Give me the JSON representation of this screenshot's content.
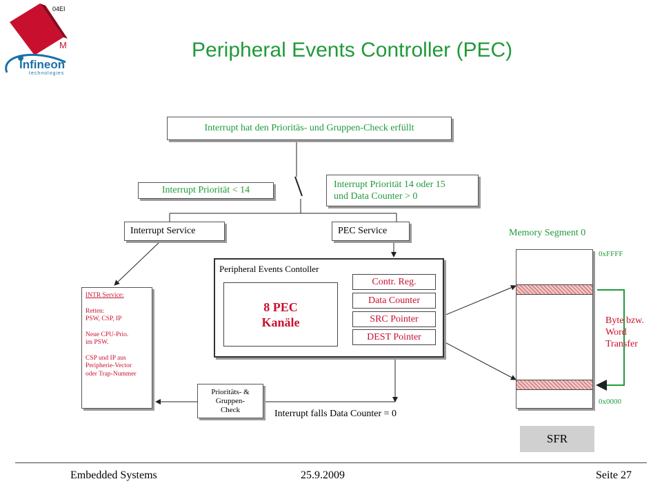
{
  "header": {
    "logo_code": "04EI",
    "logo_mark": "M",
    "logo_brand": "Infineon",
    "logo_sub": "technologies",
    "title": "Peripheral Events Controller (PEC)"
  },
  "diagram": {
    "top_condition": "Interrupt hat den Prioritäs- und Gruppen-Check erfüllt",
    "prio_low": "Interrupt Priorität < 14",
    "prio_high_line1": "Interrupt Priorität 14 oder 15",
    "prio_high_line2": "und Data Counter > 0",
    "interrupt_service": "Interrupt Service",
    "pec_service": "PEC Service",
    "pec_box_label": "Peripheral Events Contoller",
    "pec_channels_line1": "8 PEC",
    "pec_channels_line2": "Kanäle",
    "registers": [
      "Contr. Reg.",
      "Data Counter",
      "SRC Pointer",
      "DEST Pointer"
    ],
    "intr_service": {
      "heading": "INTR Service:",
      "lines": [
        "Retten:",
        "PSW, CSP, IP",
        "",
        "Neue CPU-Prio.",
        "im PSW.",
        "",
        "CSP und IP aus",
        "Peripherie-Vector",
        "oder Trap-Nummer"
      ]
    },
    "prio_check_line1": "Prioritäts- &",
    "prio_check_line2": "Gruppen-",
    "prio_check_line3": "Check",
    "interrupt_zero": "Interrupt falls Data Counter = 0",
    "memory_label": "Memory Segment 0",
    "addr_high": "0xFFFF",
    "addr_low": "0x0000",
    "transfer_line1": "Byte bzw.",
    "transfer_line2": "Word",
    "transfer_line3": "Transfer",
    "sfr": "SFR"
  },
  "footer": {
    "left": "Embedded Systems",
    "date": "25.9.2009",
    "page": "Seite 27"
  },
  "colors": {
    "green": "#1f9a3a",
    "red": "#c8102e",
    "logo_red": "#c8102e",
    "logo_blue": "#1a6fa8",
    "sfr_fill": "#d0d0d0",
    "hatch": "#d88a8a"
  }
}
